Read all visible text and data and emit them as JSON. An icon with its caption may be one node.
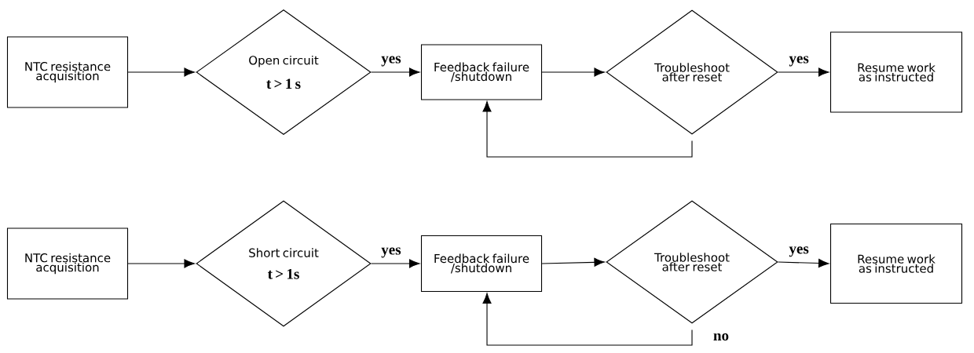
{
  "diagram": {
    "nodes": [
      {
        "text": [
          "NTC resistance acquisition"
        ]
      },
      {
        "text": [
          "Open circuit",
          "t > 1 s"
        ]
      },
      {
        "text": [
          "Feedback failure /shutdown"
        ]
      },
      {
        "text": [
          "Troubleshoot after reset"
        ]
      },
      {
        "text": [
          "Resume work as instructed"
        ]
      },
      {
        "text": [
          "NTC resistance acquisition"
        ]
      },
      {
        "text": [
          "Short circuit",
          "t > 1s"
        ]
      },
      {
        "text": [
          "Feedback failure /shutdown"
        ]
      },
      {
        "text": [
          "Troubleshoot after reset"
        ]
      },
      {
        "text": [
          "Resume work as instructed"
        ]
      }
    ],
    "edges": [
      {
        "from": 0,
        "to": 1,
        "arrow": "to"
      },
      {
        "from": 1,
        "to": 2,
        "arrow": "to",
        "label": "yes"
      },
      {
        "from": 2,
        "to": 3,
        "arrow": "to"
      },
      {
        "from": 3,
        "to": 4,
        "arrow": "to",
        "label": "yes"
      },
      {
        "from": 3,
        "to": 2,
        "arrow": "to"
      },
      {
        "from": 5,
        "to": 6,
        "arrow": "to"
      },
      {
        "from": 6,
        "to": 7,
        "arrow": "to",
        "label": "yes"
      },
      {
        "from": 7,
        "to": 8,
        "arrow": "to"
      },
      {
        "from": 8,
        "to": 9,
        "arrow": "to",
        "label": "yes"
      },
      {
        "from": 8,
        "to": 7,
        "arrow": "to",
        "label": "no"
      }
    ]
  }
}
